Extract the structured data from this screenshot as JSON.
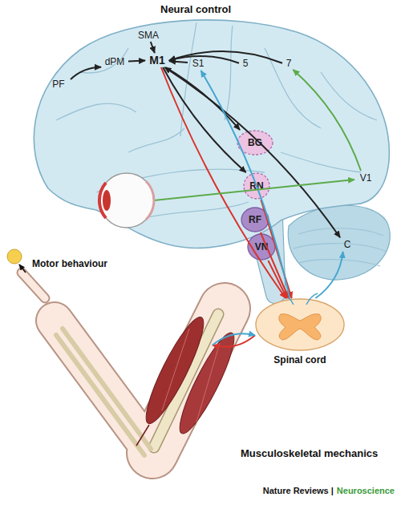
{
  "diagram": {
    "nodes": [
      {
        "text": [
          "Neural control"
        ]
      },
      {
        "text": [
          "PF"
        ],
        "in": 0
      },
      {
        "text": [
          "SMA"
        ],
        "in": 0
      },
      {
        "text": [
          "dPM"
        ],
        "in": 0
      },
      {
        "text": [
          "M1"
        ],
        "in": 0
      },
      {
        "text": [
          "S1"
        ],
        "in": 0
      },
      {
        "text": [
          "5"
        ],
        "in": 0
      },
      {
        "text": [
          "7"
        ],
        "in": 0
      },
      {
        "text": [
          "V1"
        ],
        "in": 0
      },
      {
        "text": [
          "BG"
        ],
        "in": 0
      },
      {
        "text": [
          "RN"
        ],
        "in": 0
      },
      {
        "text": [
          "RF"
        ],
        "in": 0
      },
      {
        "text": [
          "VN"
        ],
        "in": 0
      },
      {
        "text": [
          "C"
        ],
        "in": 0
      },
      {
        "text": [
          "Spinal cord"
        ]
      },
      {
        "text": [
          "Musculoskeletal mechanics"
        ]
      }
    ],
    "edges": [
      {
        "from": 1,
        "to": 3,
        "arrow": "to"
      },
      {
        "from": 3,
        "to": 4,
        "arrow": "to"
      },
      {
        "from": 2,
        "to": 4,
        "arrow": "to"
      },
      {
        "from": 5,
        "to": 4,
        "arrow": "to"
      },
      {
        "from": 6,
        "to": 4,
        "arrow": "to"
      },
      {
        "from": 7,
        "to": 4,
        "arrow": "to"
      },
      {
        "from": 8,
        "to": 7,
        "arrow": "to"
      },
      {
        "from": 4,
        "to": 9,
        "arrow": "to"
      },
      {
        "from": 4,
        "to": 10,
        "arrow": "to"
      },
      {
        "from": 4,
        "to": 13,
        "arrow": "both"
      },
      {
        "from": 4,
        "to": 14,
        "arrow": "to"
      },
      {
        "from": 10,
        "to": 14,
        "arrow": "to"
      },
      {
        "from": 11,
        "to": 14,
        "arrow": "to"
      },
      {
        "from": 12,
        "to": 14,
        "arrow": "to"
      },
      {
        "from": 14,
        "to": 13,
        "arrow": "to"
      },
      {
        "from": 14,
        "to": 5,
        "arrow": "to"
      },
      {
        "from": 14,
        "to": 15,
        "arrow": "to"
      },
      {
        "from": 15,
        "to": 14,
        "arrow": "to"
      }
    ],
    "labels": [
      "Motor behaviour",
      "Nature Reviews |",
      "Neuroscience"
    ]
  }
}
